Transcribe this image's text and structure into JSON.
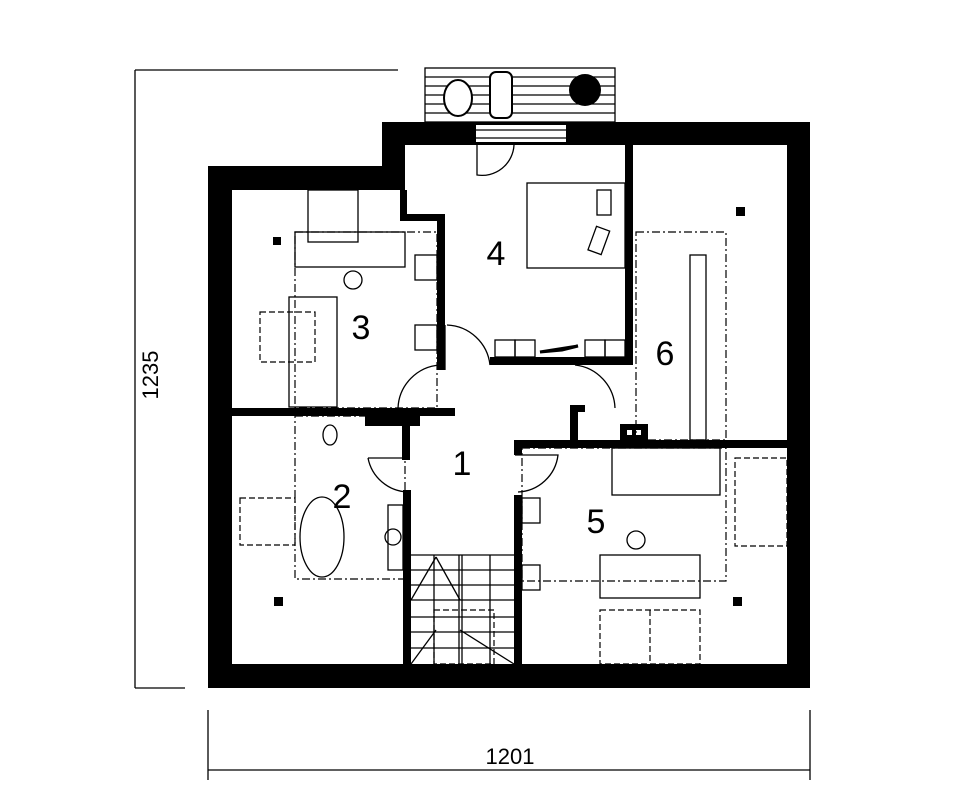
{
  "plan": {
    "rooms": [
      {
        "label": "1"
      },
      {
        "label": "2"
      },
      {
        "label": "3"
      },
      {
        "label": "4"
      },
      {
        "label": "5"
      },
      {
        "label": "6"
      }
    ],
    "dimensions": {
      "height": "1235",
      "width": "1201"
    },
    "colors": {
      "ink": "#000000",
      "paper": "#ffffff"
    }
  }
}
